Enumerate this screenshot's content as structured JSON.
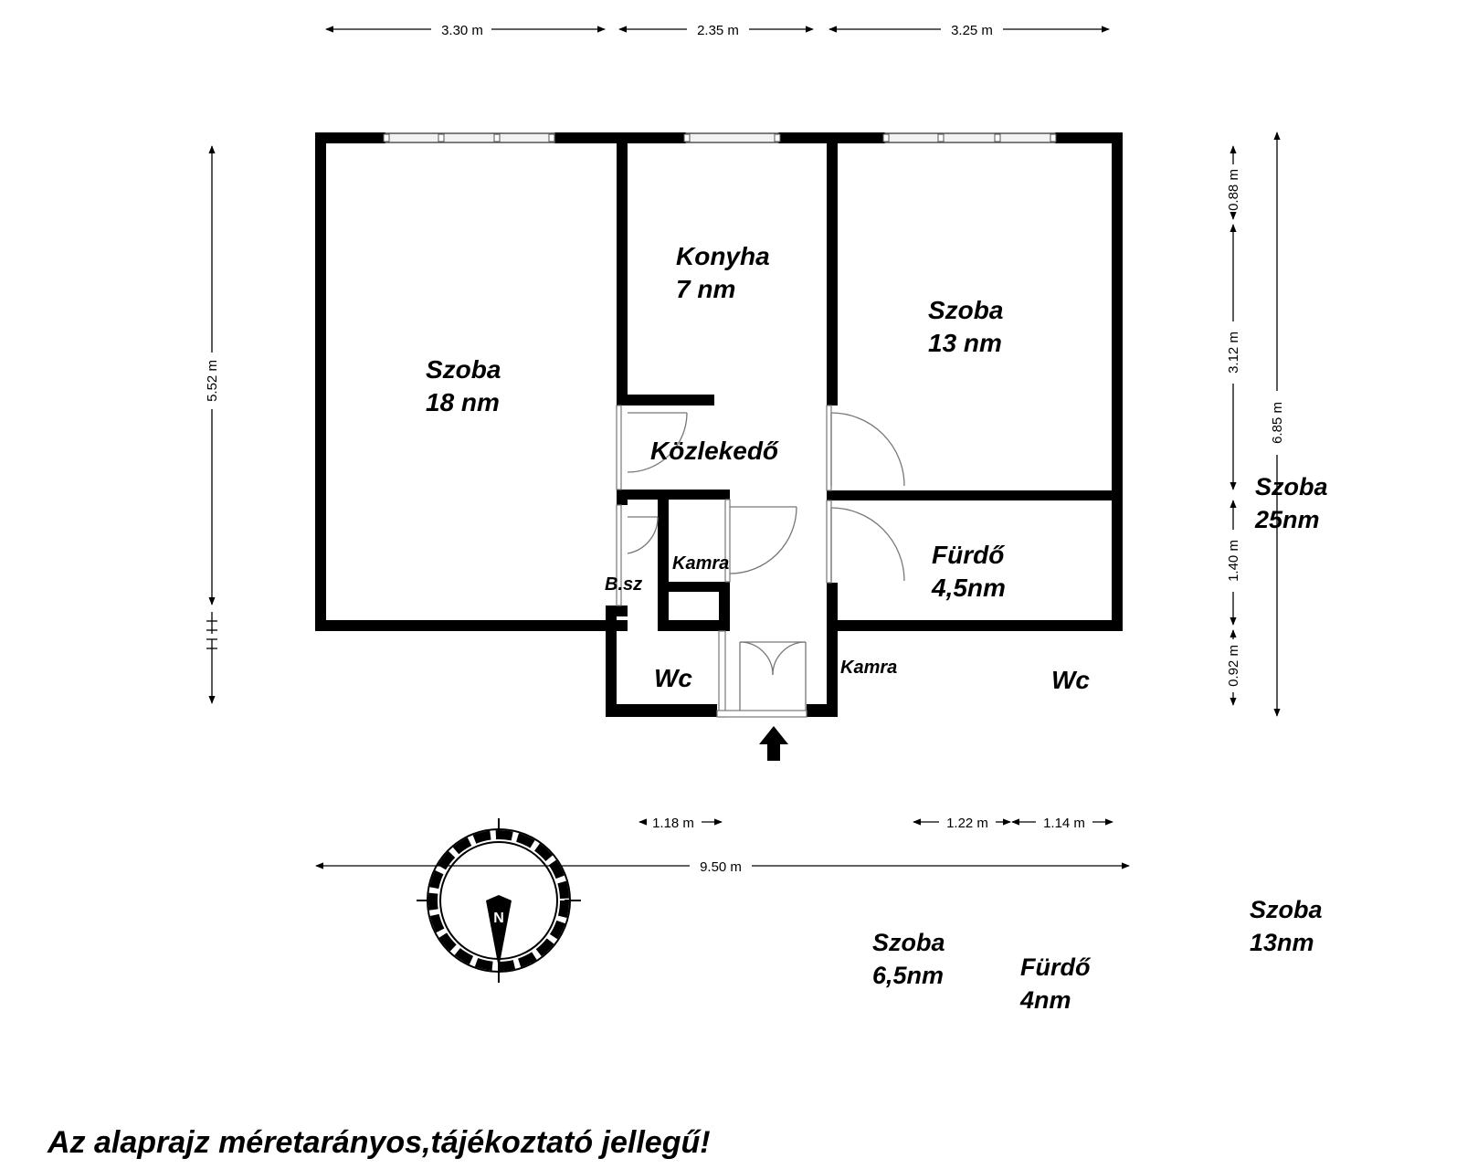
{
  "plan": {
    "rooms": [
      {
        "id": "szoba-18",
        "name": "Szoba",
        "area": "18 nm"
      },
      {
        "id": "konyha",
        "name": "Konyha",
        "area": "7 nm"
      },
      {
        "id": "szoba-13",
        "name": "Szoba",
        "area": "13 nm"
      },
      {
        "id": "kozlekedo",
        "name": "Közlekedő"
      },
      {
        "id": "furdo-45",
        "name": "Fürdő",
        "area": "4,5nm"
      },
      {
        "id": "kamra-1",
        "name": "Kamra"
      },
      {
        "id": "bsz",
        "name": "B.sz"
      },
      {
        "id": "wc-1",
        "name": "Wc"
      },
      {
        "id": "kamra-2",
        "name": "Kamra"
      },
      {
        "id": "wc-2",
        "name": "Wc"
      }
    ],
    "loose_labels": [
      {
        "name": "Szoba",
        "area": "25nm"
      },
      {
        "name": "Szoba",
        "area": "6,5nm"
      },
      {
        "name": "Fürdő",
        "area": "4nm"
      },
      {
        "name": "Szoba",
        "area": "13nm"
      }
    ]
  },
  "dimensions": {
    "top": [
      "3.30 m",
      "2.35 m",
      "3.25 m"
    ],
    "left_height": "5.52 m",
    "right_segments": [
      "0.88 m",
      "3.12 m",
      "1.40 m",
      "0.92 m"
    ],
    "right_total": "6.85 m",
    "bottom_small": [
      "1.18 m",
      "1.22 m",
      "1.14 m"
    ],
    "bottom_total": "9.50 m"
  },
  "compass": {
    "north": "N"
  },
  "note": "Az alaprajz méretarányos,tájékoztató jellegű!"
}
